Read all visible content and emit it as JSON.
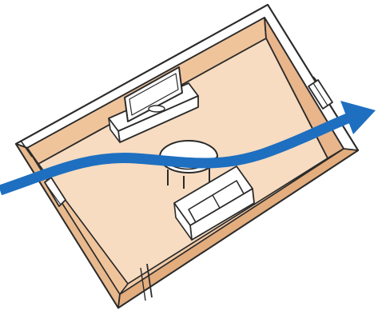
{
  "diagram": {
    "subject": "room-airflow-illustration",
    "colors": {
      "background": "#ffffff",
      "wall_top": "#ffffff",
      "wall_side": "#e8b98d",
      "wall_inner": "#f0c49b",
      "floor": "#f7dcc1",
      "outline": "#2b2b2b",
      "furniture_fill": "#ffffff",
      "airflow_arrow": "#1e6fc0"
    },
    "elements": [
      {
        "name": "room",
        "icon": "room-walls"
      },
      {
        "name": "window-left",
        "icon": "window"
      },
      {
        "name": "window-right",
        "icon": "window"
      },
      {
        "name": "tv-unit",
        "icon": "television"
      },
      {
        "name": "round-table",
        "icon": "table"
      },
      {
        "name": "sofa",
        "icon": "sofa"
      },
      {
        "name": "airflow-arrow",
        "icon": "arrow-right"
      }
    ]
  }
}
